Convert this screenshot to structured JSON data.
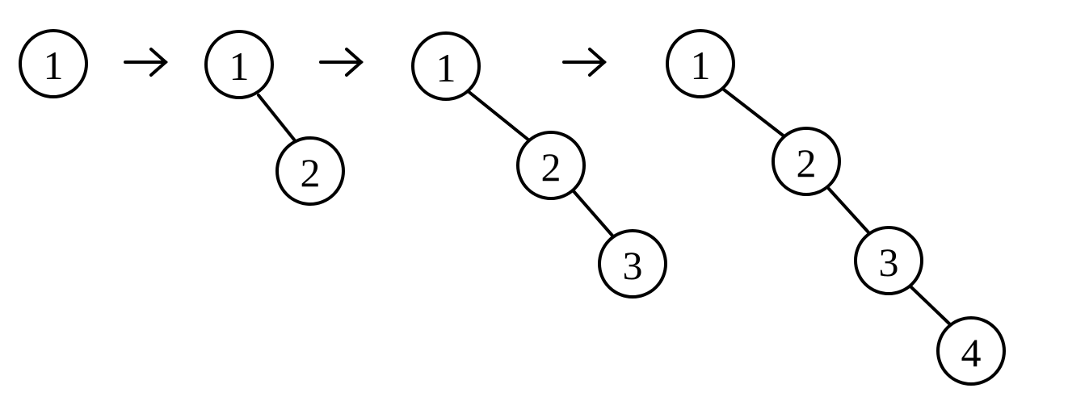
{
  "diagram": {
    "stages": [
      {
        "nodes": [
          "1"
        ]
      },
      {
        "nodes": [
          "1",
          "2"
        ]
      },
      {
        "nodes": [
          "1",
          "2",
          "3"
        ]
      },
      {
        "nodes": [
          "1",
          "2",
          "3",
          "4"
        ]
      }
    ],
    "arrow_icon": "right-arrow-icon",
    "colors": {
      "stroke": "#000000",
      "fill": "#ffffff",
      "background": "#ffffff"
    }
  }
}
